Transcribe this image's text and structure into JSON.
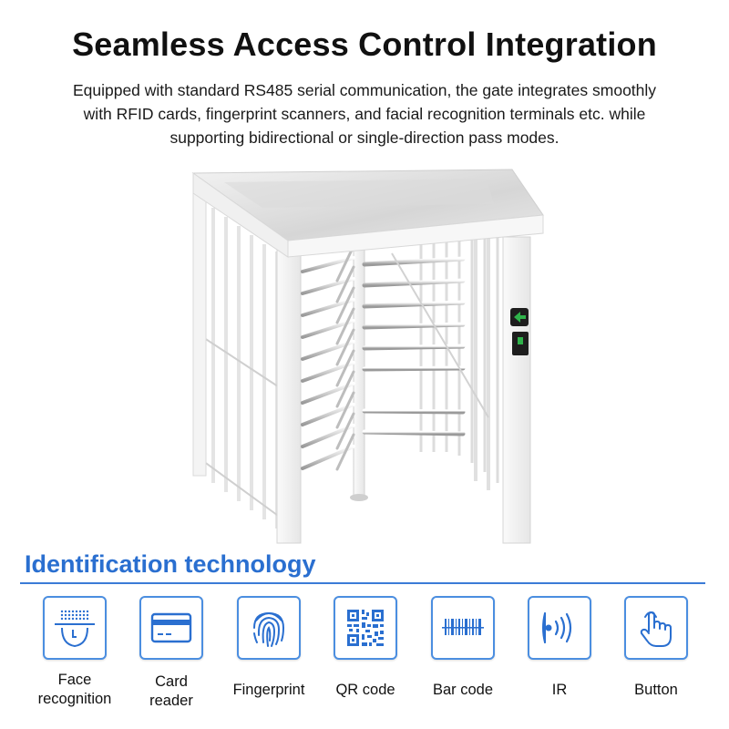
{
  "header": {
    "title": "Seamless Access Control Integration",
    "description_lines": [
      "Equipped with standard RS485 serial communication, the gate integrates smoothly",
      "with RFID cards, fingerprint scanners, and facial recognition terminals etc. while",
      "supporting bidirectional or single-direction pass modes."
    ]
  },
  "product": {
    "image_label": "full-height turnstile gate",
    "indicator_color": "#2fb24a"
  },
  "identification": {
    "title": "Identification technology",
    "accent_color": "#2a6fd0",
    "items": [
      {
        "label_lines": [
          "Face",
          "recognition"
        ],
        "icon": "face-recognition-icon"
      },
      {
        "label_lines": [
          "Card",
          "reader"
        ],
        "icon": "card-reader-icon"
      },
      {
        "label_lines": [
          "Fingerprint"
        ],
        "icon": "fingerprint-icon"
      },
      {
        "label_lines": [
          "QR code"
        ],
        "icon": "qr-code-icon"
      },
      {
        "label_lines": [
          "Bar code"
        ],
        "icon": "bar-code-icon"
      },
      {
        "label_lines": [
          "IR"
        ],
        "icon": "ir-icon"
      },
      {
        "label_lines": [
          "Button"
        ],
        "icon": "button-press-icon"
      }
    ]
  }
}
